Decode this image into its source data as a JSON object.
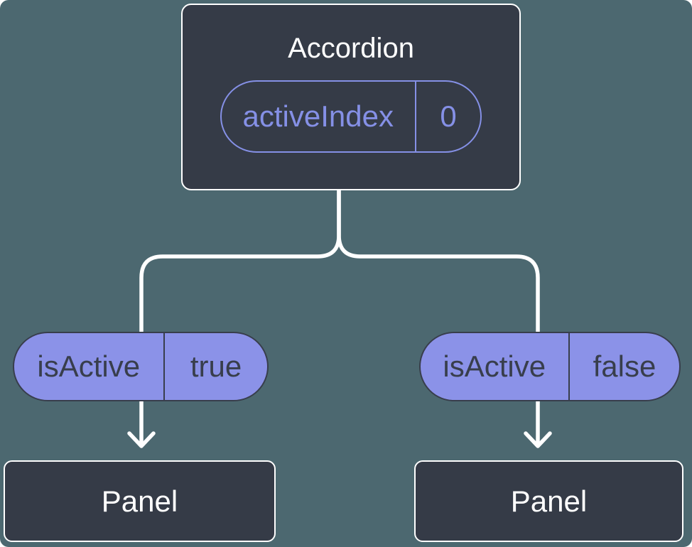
{
  "colors": {
    "bg": "#4C6870",
    "node": "#353B47",
    "node_text": "#FFFFFF",
    "purple": "#8590E6",
    "pill_fill": "#8B92E8",
    "pill_text": "#383E4C",
    "line": "#FFFFFF"
  },
  "accordion": {
    "title": "Accordion",
    "state": {
      "name": "activeIndex",
      "value": "0"
    }
  },
  "props": {
    "left": {
      "name": "isActive",
      "value": "true"
    },
    "right": {
      "name": "isActive",
      "value": "false"
    }
  },
  "panels": {
    "left": {
      "label": "Panel"
    },
    "right": {
      "label": "Panel"
    }
  }
}
